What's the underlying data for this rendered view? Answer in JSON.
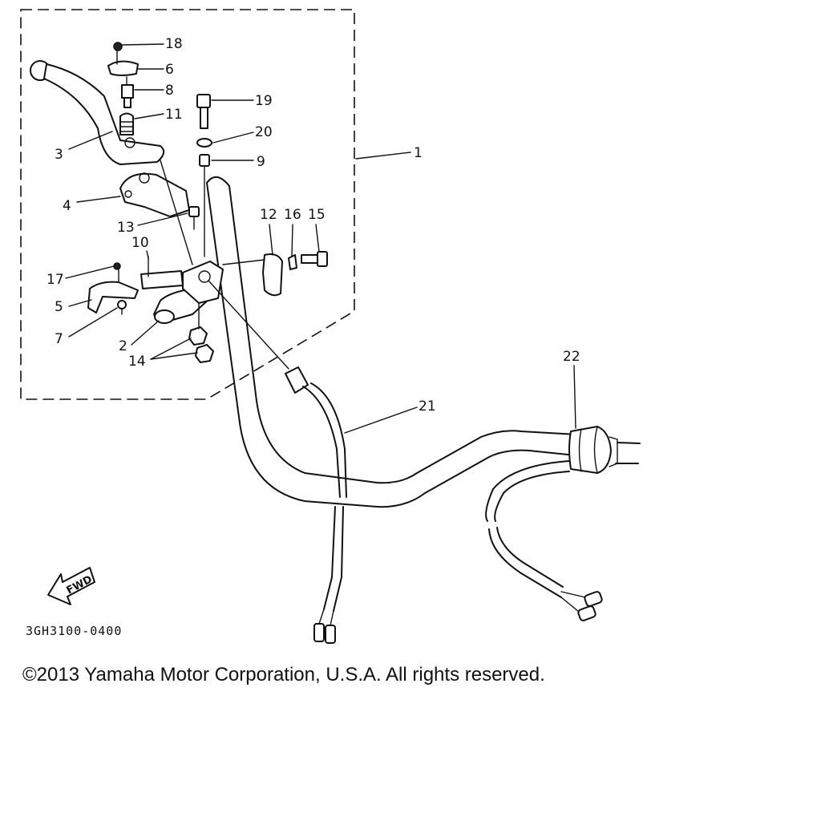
{
  "diagram": {
    "code": "3GH3100-0400",
    "fwd_label": "FWD",
    "copyright": "©2013 Yamaha Motor Corporation, U.S.A. All rights reserved."
  },
  "callouts": {
    "c1": "1",
    "c2": "2",
    "c3": "3",
    "c4": "4",
    "c5": "5",
    "c6": "6",
    "c7": "7",
    "c8": "8",
    "c9": "9",
    "c10": "10",
    "c11": "11",
    "c12": "12",
    "c13": "13",
    "c14": "14",
    "c15": "15",
    "c16": "16",
    "c17": "17",
    "c18": "18",
    "c19": "19",
    "c20": "20",
    "c21": "21",
    "c22": "22"
  }
}
